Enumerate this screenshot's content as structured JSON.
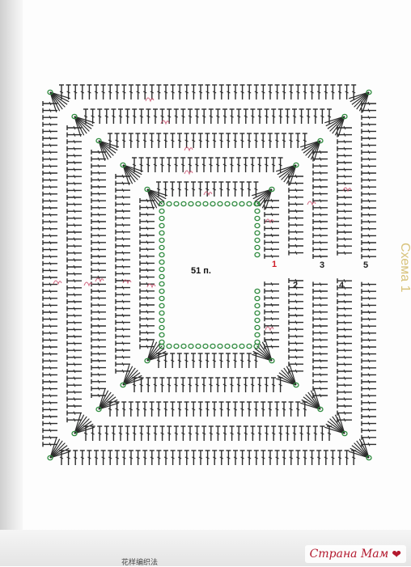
{
  "diagram": {
    "row_numbers": [
      "1",
      "2",
      "3",
      "4",
      "5"
    ],
    "highlight_number": "1",
    "center_label": "51 п.",
    "side_label": "Схема 1",
    "footer_caption": "花样编织法",
    "colors": {
      "stitch": "#2b2b2b",
      "chain": "#2e8a3e",
      "accent": "#d0202a",
      "annotation": "#c84b6a",
      "side_text": "#d8c27a"
    }
  },
  "watermark": {
    "text": "Страна Мам",
    "icon": "heart-icon"
  }
}
